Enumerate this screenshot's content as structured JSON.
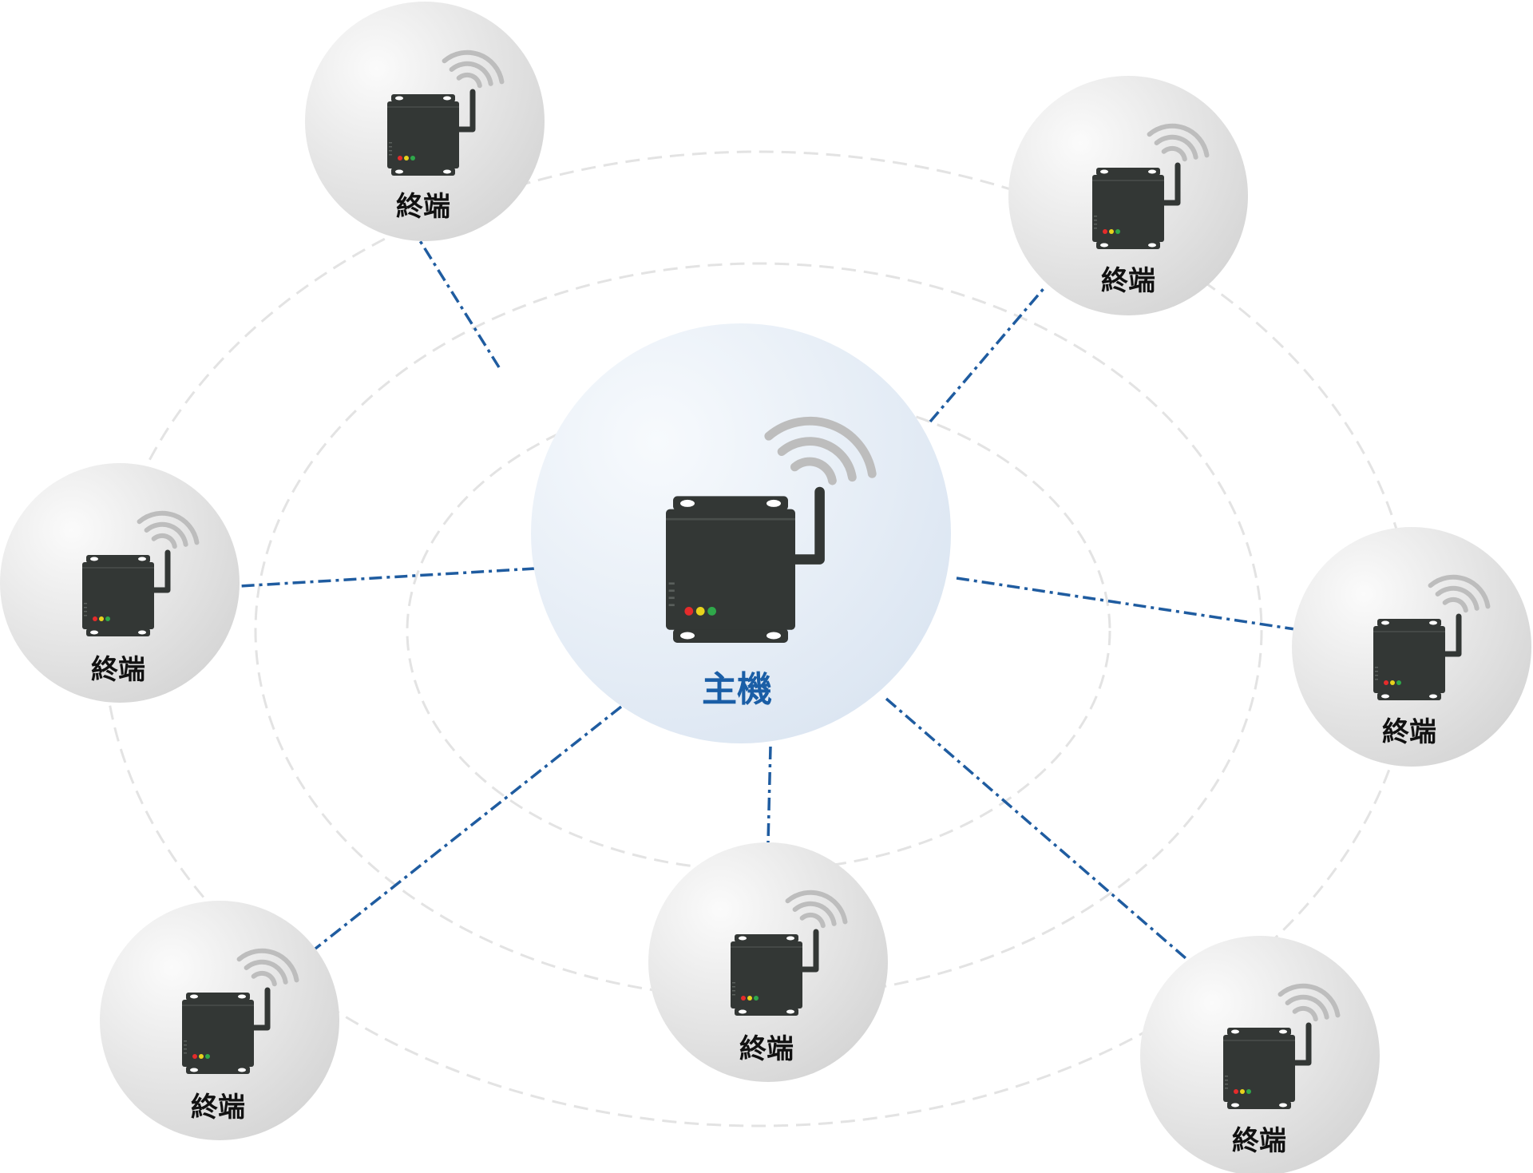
{
  "diagram": {
    "hub": {
      "label": "主機",
      "label_color": "#1a5ea6",
      "circle_colors": [
        "#f7fafd",
        "#dce6f2"
      ]
    },
    "terminals": [
      {
        "id": "t1",
        "label": "終端"
      },
      {
        "id": "t2",
        "label": "終端"
      },
      {
        "id": "t3",
        "label": "終端"
      },
      {
        "id": "t4",
        "label": "終端"
      },
      {
        "id": "t5",
        "label": "終端"
      },
      {
        "id": "t6",
        "label": "終端"
      },
      {
        "id": "t7",
        "label": "終端"
      }
    ],
    "terminal_label_color": "#111111",
    "terminal_circle_colors": [
      "#fbfbfb",
      "#d6d6d6"
    ],
    "link_color": "#1f5ca0",
    "orbit_color": "#e3e3e3",
    "device_color": "#333735",
    "led_colors": [
      "#e52b2b",
      "#e8d21c",
      "#2fa84a"
    ],
    "wifi_color": "#bdbdbd",
    "icons": {
      "device": "wireless-transceiver-icon",
      "wifi": "wifi-signal-icon"
    }
  }
}
